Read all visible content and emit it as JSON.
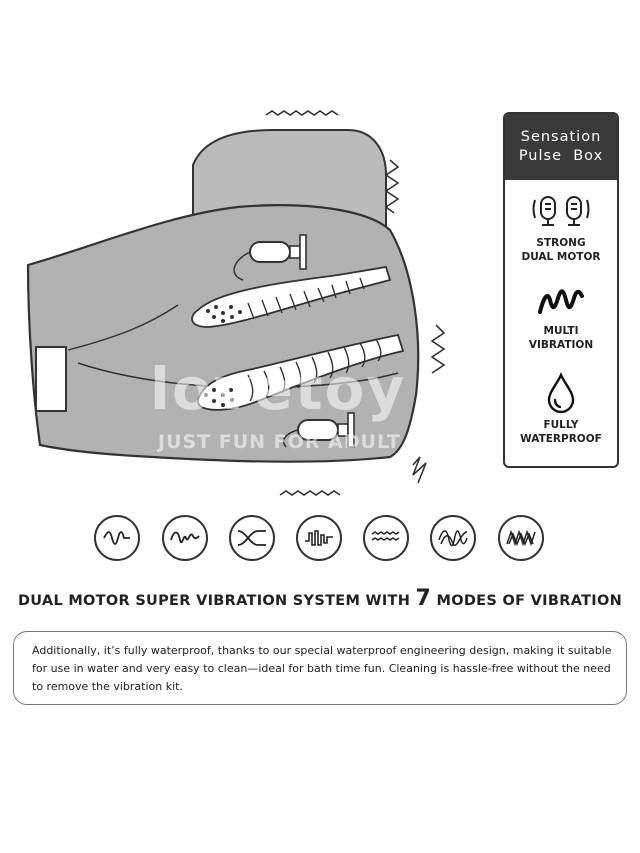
{
  "brand": {
    "logo_text": "lovetoy",
    "tagline": "JUST FUN FOR ADULT"
  },
  "feature_box": {
    "title_line1": "Sensation",
    "title_line2": "Pulse  Box",
    "features": [
      {
        "icon": "dual-motor-icon",
        "line1": "STRONG",
        "line2": "DUAL MOTOR"
      },
      {
        "icon": "vibration-wave-icon",
        "line1": "MULTI",
        "line2": "VIBRATION"
      },
      {
        "icon": "water-drop-icon",
        "line1": "FULLY",
        "line2": "WATERPROOF"
      }
    ]
  },
  "vibration_modes": [
    "mode-1-wave-icon",
    "mode-2-wave-icon",
    "mode-3-wave-icon",
    "mode-4-wave-icon",
    "mode-5-wave-icon",
    "mode-6-wave-icon",
    "mode-7-wave-icon"
  ],
  "headline": {
    "before": "DUAL MOTOR SUPER VIBRATION SYSTEM WITH ",
    "number": "7",
    "after": " MODES OF VIBRATION"
  },
  "description": "Additionally, it’s fully waterproof, thanks to our special waterproof engineering design, making it suitable for use in water and very easy to clean—ideal for bath time fun. Cleaning is hassle-free without the need to remove the vibration kit.",
  "colors": {
    "body_gray": "#b2b2b2",
    "outline": "#333333",
    "header_bg": "#3a3a3a"
  }
}
